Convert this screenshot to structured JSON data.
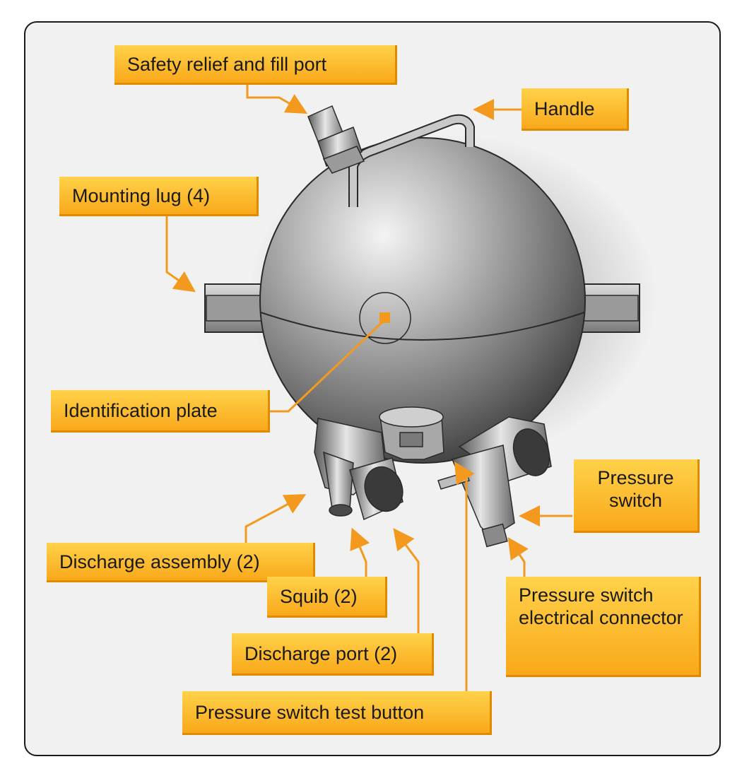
{
  "labels": {
    "safety_relief": "Safety relief and fill port",
    "handle": "Handle",
    "mounting_lug": "Mounting lug (4)",
    "identification_plate": "Identification plate",
    "pressure_switch": "Pressure switch",
    "discharge_assembly": "Discharge assembly (2)",
    "squib": "Squib (2)",
    "pressure_switch_connector": "Pressure switch electrical connector",
    "discharge_port": "Discharge port (2)",
    "pressure_switch_test_button": "Pressure switch test button"
  },
  "colors": {
    "label_fill_top": "#ffd24a",
    "label_fill_bottom": "#f9a81a",
    "leader_line": "#f39a1e",
    "frame_border": "#1a1a1a",
    "background": "#f1f1f1"
  }
}
